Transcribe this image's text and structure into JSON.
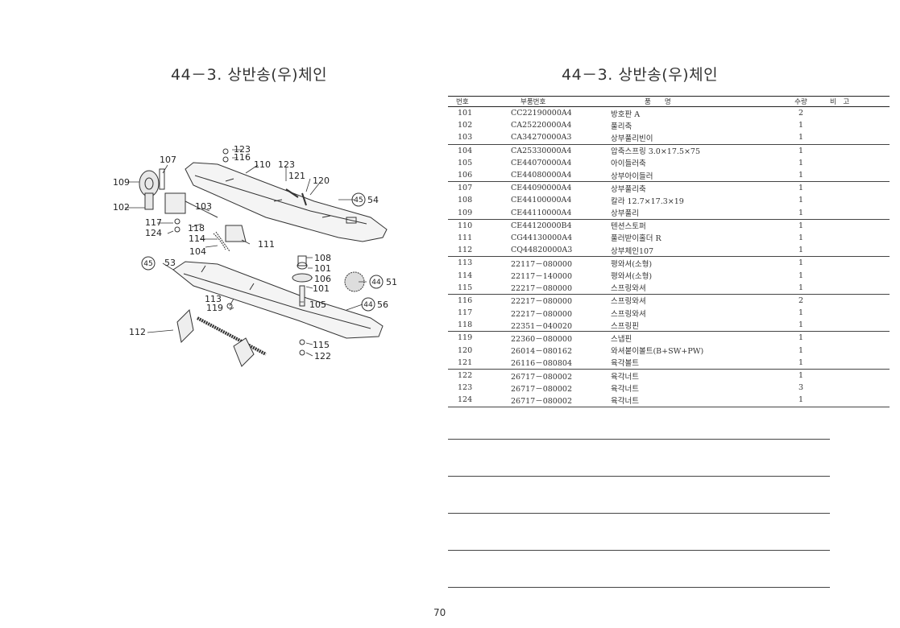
{
  "page": {
    "left_title": "44－3. 상반송(우)체인",
    "right_title": "44－3. 상반송(우)체인",
    "page_number": "70"
  },
  "diagram": {
    "callouts": [
      "123",
      "116",
      "107",
      "110",
      "123",
      "121",
      "120",
      "109",
      "102",
      "103",
      "54",
      "117",
      "124",
      "118",
      "114",
      "111",
      "104",
      "108",
      "101",
      "106",
      "53",
      "101",
      "51",
      "113",
      "119",
      "105",
      "56",
      "112",
      "115",
      "122"
    ],
    "circled_refs": [
      "45",
      "45",
      "44",
      "44"
    ]
  },
  "table": {
    "headers": {
      "no": "번호",
      "part_no": "부품번호",
      "name": "품　　명",
      "qty": "수량",
      "note": "비　고"
    },
    "rows": [
      {
        "no": "101",
        "part_no": "CC22190000A4",
        "name": "방호판 A",
        "qty": "2"
      },
      {
        "no": "102",
        "part_no": "CA25220000A4",
        "name": "풀리축",
        "qty": "1"
      },
      {
        "no": "103",
        "part_no": "CA34270000A3",
        "name": "상부풀리빈이",
        "qty": "1"
      },
      {
        "no": "104",
        "part_no": "CA25330000A4",
        "name": "압축스프링 3.0×17.5×75",
        "qty": "1"
      },
      {
        "no": "105",
        "part_no": "CE44070000A4",
        "name": "아이들러축",
        "qty": "1"
      },
      {
        "no": "106",
        "part_no": "CE44080000A4",
        "name": "상부아이들러",
        "qty": "1"
      },
      {
        "no": "107",
        "part_no": "CE44090000A4",
        "name": "상부풀리축",
        "qty": "1"
      },
      {
        "no": "108",
        "part_no": "CE44100000A4",
        "name": "칼라 12.7×17.3×19",
        "qty": "1"
      },
      {
        "no": "109",
        "part_no": "CE44110000A4",
        "name": "상부풀리",
        "qty": "1"
      },
      {
        "no": "110",
        "part_no": "CE44120000B4",
        "name": "텐션스토퍼",
        "qty": "1"
      },
      {
        "no": "111",
        "part_no": "CG44130000A4",
        "name": "풀러받이홀더 R",
        "qty": "1"
      },
      {
        "no": "112",
        "part_no": "CQ44820000A3",
        "name": "상부체인107",
        "qty": "1"
      },
      {
        "no": "113",
        "part_no": "22117－080000",
        "name": "평와셔(소형)",
        "qty": "1"
      },
      {
        "no": "114",
        "part_no": "22117－140000",
        "name": "평와셔(소형)",
        "qty": "1"
      },
      {
        "no": "115",
        "part_no": "22217－080000",
        "name": "스프링와셔",
        "qty": "1"
      },
      {
        "no": "116",
        "part_no": "22217－080000",
        "name": "스프링와셔",
        "qty": "2"
      },
      {
        "no": "117",
        "part_no": "22217－080000",
        "name": "스프링와셔",
        "qty": "1"
      },
      {
        "no": "118",
        "part_no": "22351－040020",
        "name": "스프링핀",
        "qty": "1"
      },
      {
        "no": "119",
        "part_no": "22360－080000",
        "name": "스냅핀",
        "qty": "1"
      },
      {
        "no": "120",
        "part_no": "26014－080162",
        "name": "와셔붙이볼트(B+SW+PW)",
        "qty": "1"
      },
      {
        "no": "121",
        "part_no": "26116－080804",
        "name": "육각볼트",
        "qty": "1"
      },
      {
        "no": "122",
        "part_no": "26717－080002",
        "name": "육각너트",
        "qty": "1"
      },
      {
        "no": "123",
        "part_no": "26717－080002",
        "name": "육각너트",
        "qty": "3"
      },
      {
        "no": "124",
        "part_no": "26717－080002",
        "name": "육각너트",
        "qty": "1"
      }
    ]
  }
}
